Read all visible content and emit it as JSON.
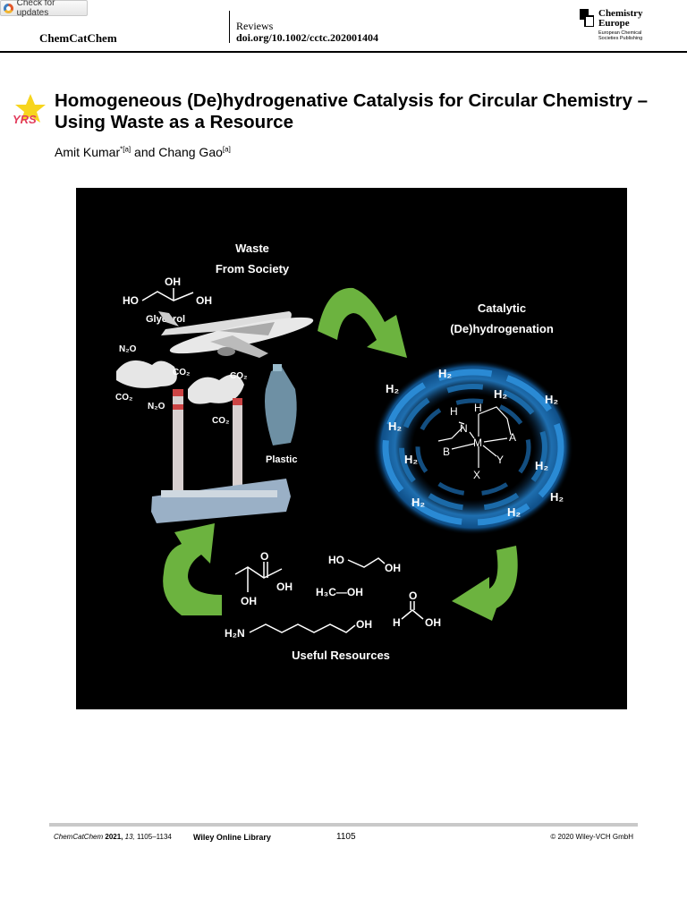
{
  "check_updates": {
    "label": "Check for updates"
  },
  "header": {
    "journal": "ChemCatChem",
    "article_type": "Reviews",
    "doi": "doi.org/10.1002/cctc.202001404",
    "publisher_name": [
      "Chemistry",
      "Europe"
    ],
    "publisher_sub": [
      "European Chemical",
      "Societies Publishing"
    ]
  },
  "badge": {
    "text": "YRS"
  },
  "article": {
    "title": "Homogeneous (De)hydrogenative Catalysis for Circular Chemistry – Using Waste as a Resource",
    "authors": [
      {
        "name": "Amit Kumar",
        "mark": "*[a]"
      },
      {
        "name": "Chang Gao",
        "mark": "[a]"
      }
    ],
    "author_separator": "and"
  },
  "graphic": {
    "waste_title": [
      "Waste",
      "From Society"
    ],
    "catalysis_title": [
      "Catalytic",
      "(De)hydrogenation"
    ],
    "resources_title": "Useful Resources",
    "glycerol": {
      "oh_top": "OH",
      "ho_left": "HO",
      "oh_right": "OH",
      "name": "Glycerol"
    },
    "gases": [
      "N₂O",
      "CO₂",
      "CO₂",
      "CO₂",
      "N₂O",
      "CO₂"
    ],
    "plastic": "Plastic",
    "h2_labels": [
      "H₂",
      "H₂",
      "H₂",
      "H₂",
      "H₂",
      "H₂",
      "H₂",
      "H₂",
      "H₂",
      "H₂"
    ],
    "complex": {
      "H1": "H",
      "H2": "H",
      "N": "N",
      "M": "M",
      "A": "A",
      "B": "B",
      "X": "X",
      "Y": "Y"
    },
    "lactic_acid": {
      "O": "O",
      "OH": "OH",
      "OH2": "OH"
    },
    "ethylene_glycol": {
      "HO": "HO",
      "OH": "OH"
    },
    "methanol": "H₃C—OH",
    "formic_acid": {
      "O": "O",
      "H": "H",
      "OH": "OH"
    },
    "aminohexanol": {
      "H2N": "H₂N",
      "OH": "OH"
    }
  },
  "footer": {
    "citation": {
      "journal": "ChemCatChem",
      "year": "2021,",
      "volume": "13,",
      "pages": "1105–1134"
    },
    "library": "Wiley Online Library",
    "page_number": "1105",
    "copyright": "© 2020 Wiley-VCH GmbH"
  }
}
